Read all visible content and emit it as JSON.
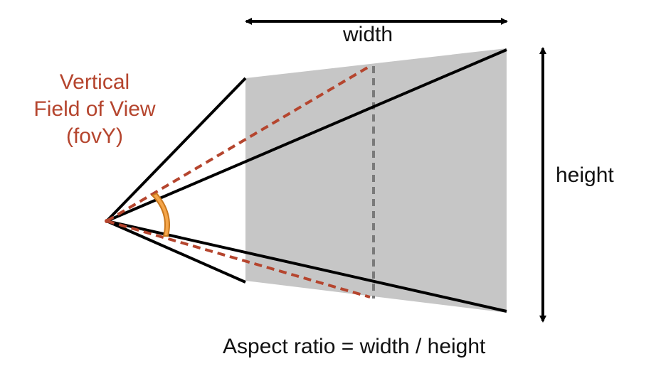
{
  "labels": {
    "fov_line1": "Vertical",
    "fov_line2": "Field of View",
    "fov_line3": "(fovY)",
    "width": "width",
    "height": "height",
    "aspect_formula": "Aspect ratio = width / height"
  },
  "colors": {
    "frustum_lines": "#000000",
    "fov_accent": "#b5452e",
    "fov_arc": "#f5a64a",
    "plane_fill": "#c6c6c6",
    "center_dash": "#7a7a7a",
    "text": "#111111"
  }
}
